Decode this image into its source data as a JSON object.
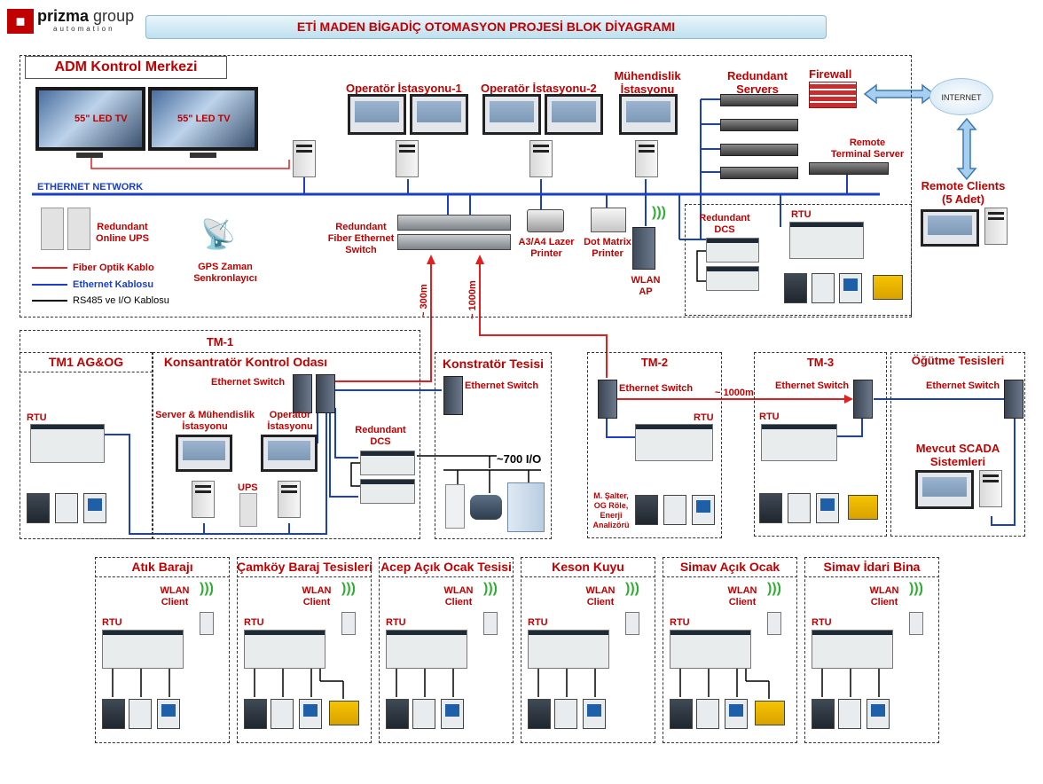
{
  "header": {
    "logo_mark": "■",
    "logo_name": "prizma",
    "logo_group": "group",
    "logo_sub": "automation",
    "title": "ETİ MADEN BİGADİÇ OTOMASYON PROJESİ BLOK DİYAGRAMI"
  },
  "adm": {
    "title": "ADM Kontrol Merkezi",
    "tv1": "55\" LED TV",
    "tv2": "55\" LED TV",
    "op1": "Operatör İstasyonu-1",
    "op2": "Operatör İstasyonu-2",
    "eng_line1": "Mühendislik",
    "eng_line2": "İstasyonu",
    "servers_line1": "Redundant",
    "servers_line2": "Servers",
    "firewall": "Firewall",
    "internet": "INTERNET",
    "remote_ts_line1": "Remote",
    "remote_ts_line2": "Terminal Server",
    "remote_clients_line1": "Remote Clients",
    "remote_clients_line2": "(5 Adet)",
    "ethernet": "ETHERNET NETWORK",
    "ups_line1": "Redundant",
    "ups_line2": "Online UPS",
    "gps_line1": "GPS Zaman",
    "gps_line2": "Senkronlayıcı",
    "fes_line1": "Redundant",
    "fes_line2": "Fiber Ethernet",
    "fes_line3": "Switch",
    "laser_line1": "A3/A4 Lazer",
    "laser_line2": "Printer",
    "dot_line1": "Dot Matrix",
    "dot_line2": "Printer",
    "wlan_line1": "WLAN",
    "wlan_line2": "AP",
    "dcs_line1": "Redundant",
    "dcs_line2": "DCS",
    "rtu": "RTU"
  },
  "legend": {
    "fiber": "Fiber Optik Kablo",
    "ethernet": "Ethernet Kablosu",
    "rs485": "RS485 ve I/O Kablosu",
    "fiber_color": "#e02020",
    "ethernet_color": "#1a3fc4",
    "rs485_color": "#000000"
  },
  "cables": {
    "d300": "~ 300m",
    "d1000": "~ 1000m",
    "d1000b": "~ 1000m"
  },
  "tm1": {
    "title": "TM-1",
    "agog": "TM1 AG&OG",
    "konsantrator": "Konsantratör Kontrol Odası",
    "eth_switch": "Ethernet Switch",
    "rtu": "RTU",
    "server_line1": "Server & Mühendislik",
    "server_line2": "İstasyonu",
    "operator_line1": "Operator",
    "operator_line2": "İstasyonu",
    "ups": "UPS",
    "dcs_line1": "Redundant",
    "dcs_line2": "DCS"
  },
  "konstrator": {
    "title": "Konstratör Tesisi",
    "eth_switch": "Ethernet Switch",
    "io": "~700 I/O"
  },
  "tm2": {
    "title": "TM-2",
    "eth_switch": "Ethernet Switch",
    "rtu": "RTU",
    "note_line1": "M. Şalter,",
    "note_line2": "OG Röle,",
    "note_line3": "Enerji",
    "note_line4": "Analizörü"
  },
  "tm3": {
    "title": "TM-3",
    "eth_switch": "Ethernet Switch",
    "rtu": "RTU"
  },
  "ogutme": {
    "title": "Öğütme Tesisleri",
    "eth_switch": "Ethernet Switch",
    "scada_line1": "Mevcut SCADA",
    "scada_line2": "Sistemleri"
  },
  "sites": [
    {
      "title": "Atık Barajı",
      "wlan_line1": "WLAN",
      "wlan_line2": "Client",
      "rtu": "RTU",
      "generator": false
    },
    {
      "title": "Çamköy Baraj Tesisleri",
      "wlan_line1": "WLAN",
      "wlan_line2": "Client",
      "rtu": "RTU",
      "generator": true
    },
    {
      "title": "Acep Açık Ocak Tesisi",
      "wlan_line1": "WLAN",
      "wlan_line2": "Client",
      "rtu": "RTU",
      "generator": false
    },
    {
      "title": "Keson Kuyu",
      "wlan_line1": "WLAN",
      "wlan_line2": "Client",
      "rtu": "RTU",
      "generator": false
    },
    {
      "title": "Simav Açık Ocak",
      "wlan_line1": "WLAN",
      "wlan_line2": "Client",
      "rtu": "RTU",
      "generator": true
    },
    {
      "title": "Simav İdari Bina",
      "wlan_line1": "WLAN",
      "wlan_line2": "Client",
      "rtu": "RTU",
      "generator": false
    }
  ]
}
